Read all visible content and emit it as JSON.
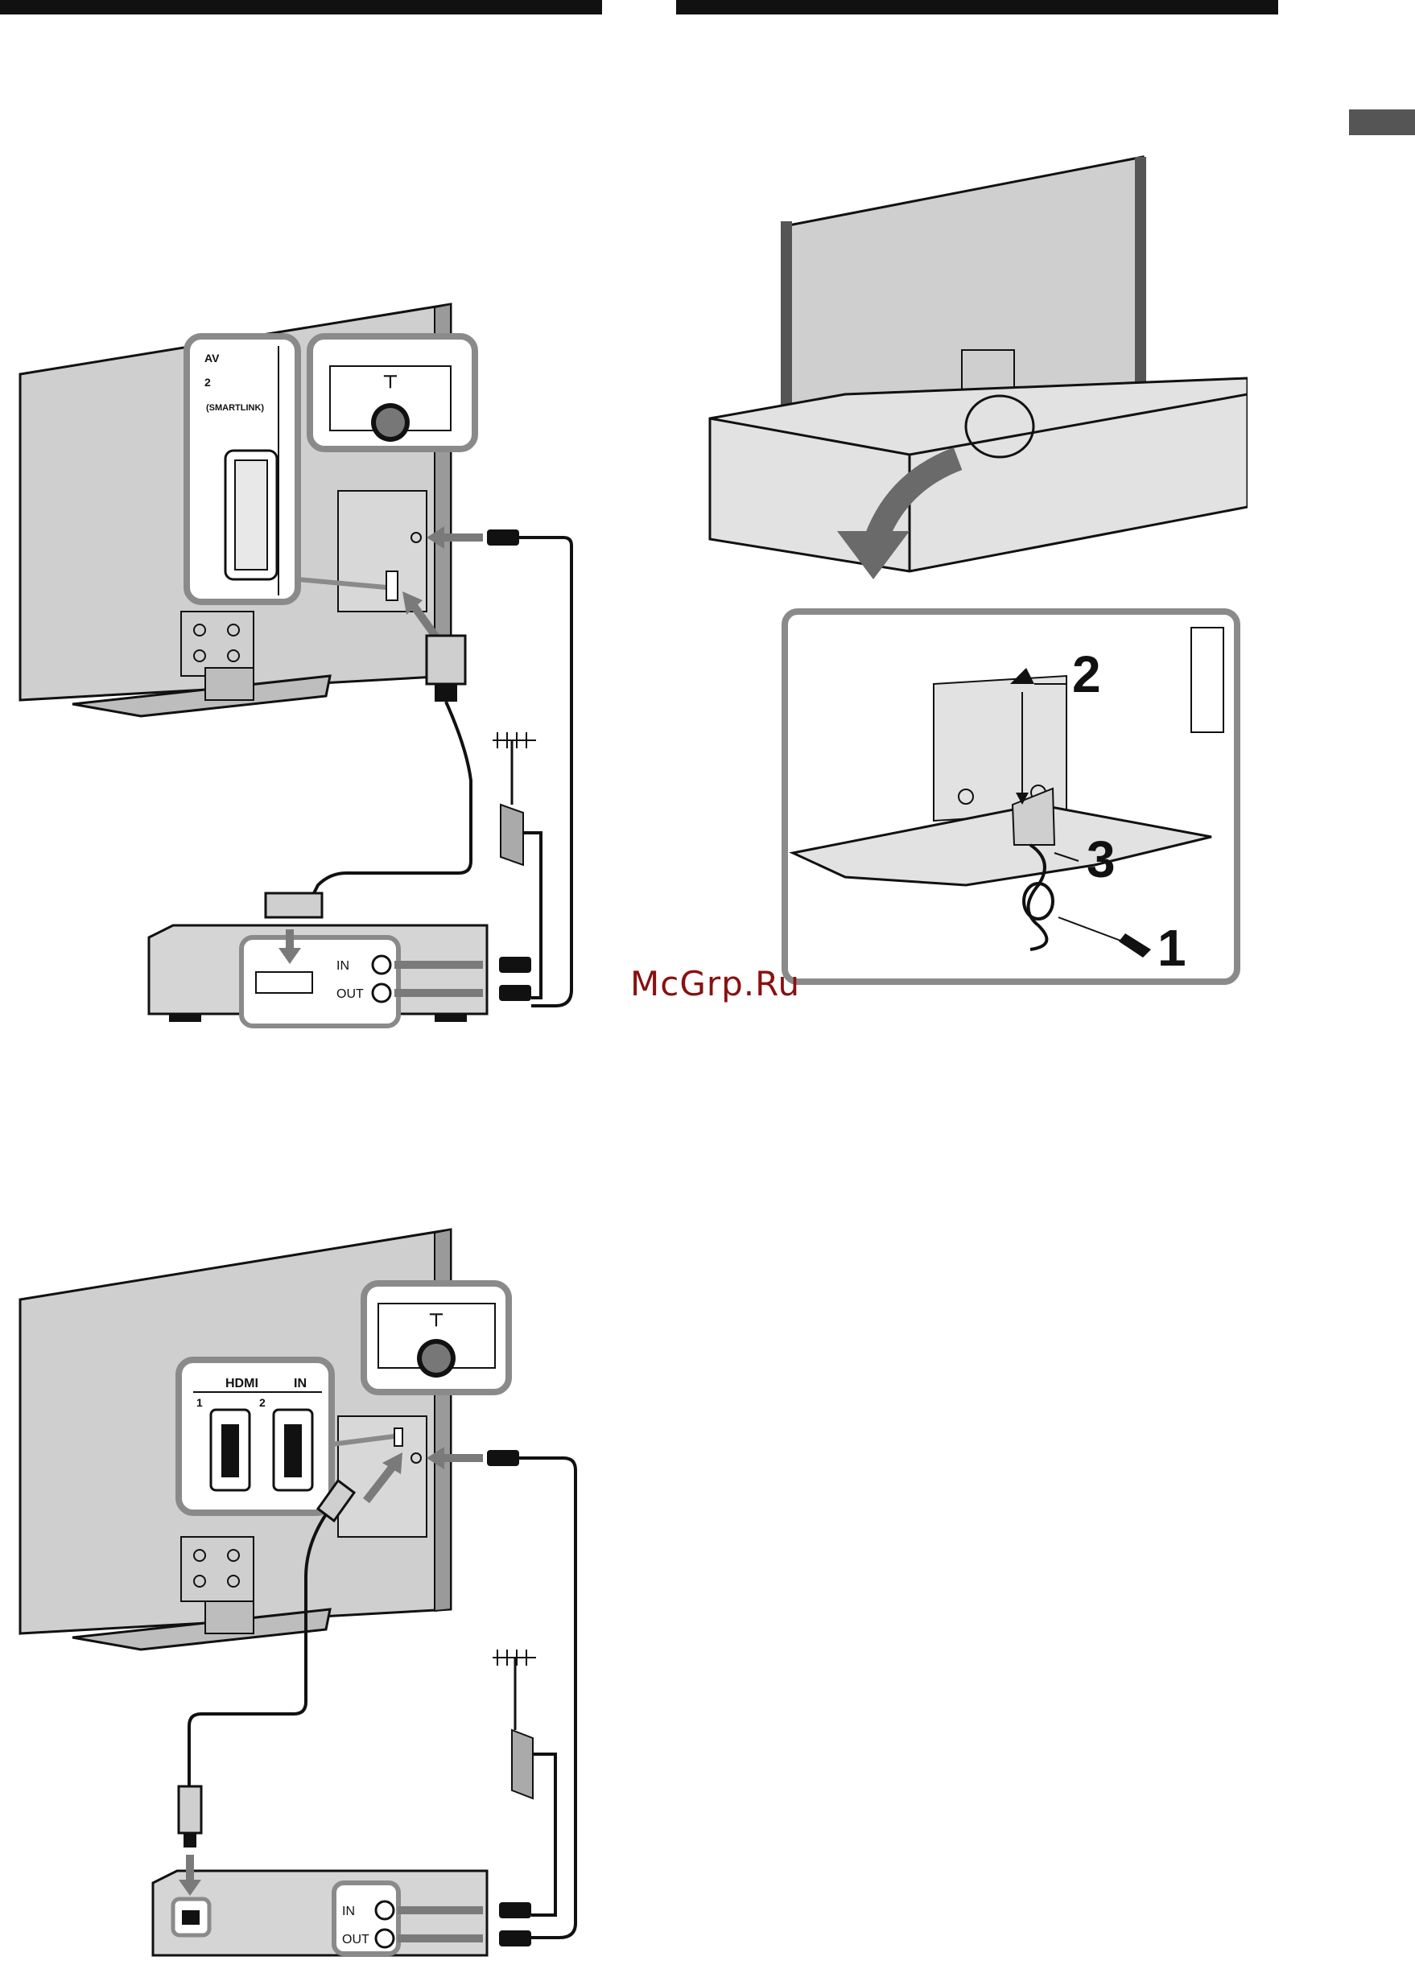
{
  "figure_top": {
    "panel_av": {
      "av_label": "AV",
      "port_number": "2",
      "smartlink_label": "(SMARTLINK)"
    },
    "panel_antenna": {
      "symbol": "⊤"
    },
    "recorder": {
      "in_label": "IN",
      "out_label": "OUT"
    }
  },
  "figure_bottom": {
    "panel_hdmi": {
      "hdmi_label": "HDMI",
      "in_label": "IN",
      "port_1": "1",
      "port_2": "2"
    },
    "panel_antenna": {
      "symbol": "⊤"
    },
    "recorder": {
      "in_label": "IN",
      "out_label": "OUT"
    }
  },
  "figure_stand": {
    "steps": [
      "1",
      "2",
      "3"
    ]
  },
  "watermark": "McGrp.Ru",
  "colors": {
    "tv_body": "#c8c8c8",
    "panel_border": "#8a8a8a",
    "arrow": "#7a7a7a",
    "cable": "#111111",
    "watermark": "#8a1010"
  }
}
